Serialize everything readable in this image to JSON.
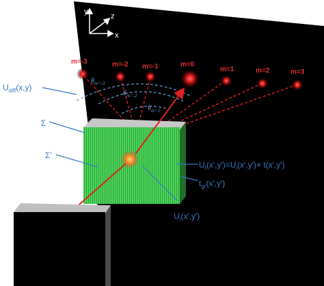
{
  "axes": {
    "y": "y",
    "z": "z",
    "x": "x"
  },
  "orders": [
    {
      "label": "m=-3"
    },
    {
      "label": "m=-2"
    },
    {
      "label": "m=-1"
    },
    {
      "label": "m=0"
    },
    {
      "label": "m=1"
    },
    {
      "label": "m=2"
    },
    {
      "label": "m=3"
    }
  ],
  "angles": [
    {
      "sub": "m=-3"
    },
    {
      "sub": "m=-2"
    },
    {
      "sub": "m=1"
    }
  ],
  "theta_symbol": "θ",
  "labels": {
    "u_diff": {
      "main": "U",
      "sub": "diff",
      "rest": "(x,y)"
    },
    "sigma": "Σ",
    "sigma_prime": "Σ′",
    "u_t": {
      "main": "U",
      "sub": "t",
      "rest": "(x′,y′)=U",
      "sub2": "i",
      "rest2": "(x′,y′)× t(x′,y′)"
    },
    "t_gr": {
      "main": "t",
      "sub": "gr",
      "rest": "(x′,y′)"
    },
    "u_i": {
      "main": "U",
      "sub": "i",
      "rest": "(x′,y′)"
    }
  },
  "colors": {
    "screen": "#000000",
    "grating": "#4cd65a",
    "grating_lines": "#2fa13c",
    "beam": "#e02020",
    "label_blue": "#3a78c2",
    "arc_blue": "#6f9fd6"
  }
}
